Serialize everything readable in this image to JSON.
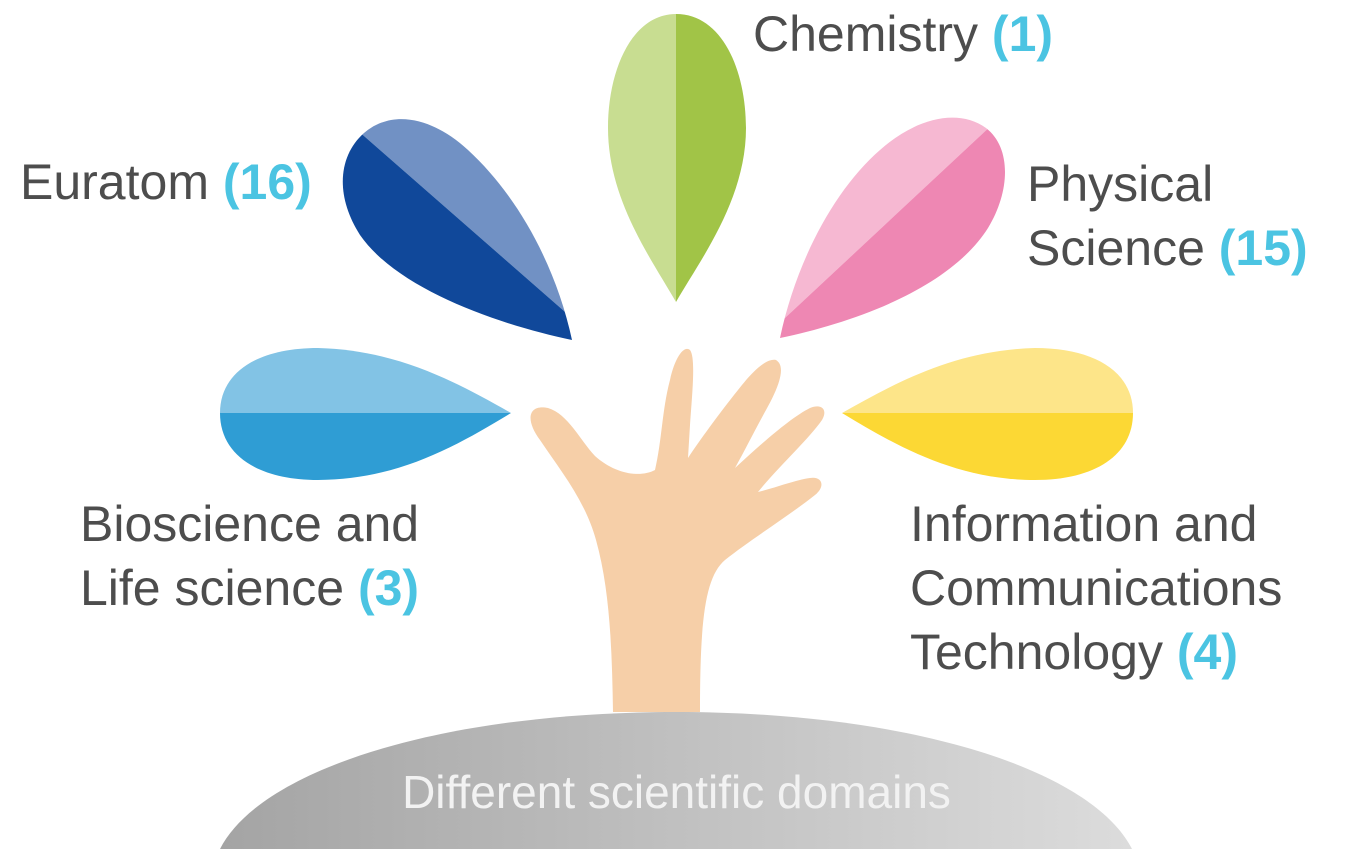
{
  "base": {
    "label": "Different scientific domains"
  },
  "domains": {
    "chemistry": {
      "line1": "Chemistry ",
      "count": "(1)",
      "color_light": "#c8dd91",
      "color_dark": "#a1c447"
    },
    "euratom": {
      "line1": "Euratom ",
      "count": "(16)",
      "color_light": "#7191c4",
      "color_dark": "#10489a"
    },
    "physical": {
      "line1": "Physical",
      "line2": "Science ",
      "count": "(15)",
      "color_light": "#f6b8d2",
      "color_dark": "#ee87b3"
    },
    "bioscience": {
      "line1": "Bioscience and",
      "line2": "Life science ",
      "count": "(3)",
      "color_light": "#82c3e5",
      "color_dark": "#2f9dd4"
    },
    "ict": {
      "line1": "Information and",
      "line2": "Communications",
      "line3": "Technology ",
      "count": "(4)",
      "color_light": "#fde589",
      "color_dark": "#fcd834"
    }
  },
  "colors": {
    "text": "#4d4d4d",
    "count": "#4bc4e2",
    "hand": "#f6cfa8",
    "base_dark": "#a4a4a4",
    "base_light": "#dcdcdc"
  }
}
